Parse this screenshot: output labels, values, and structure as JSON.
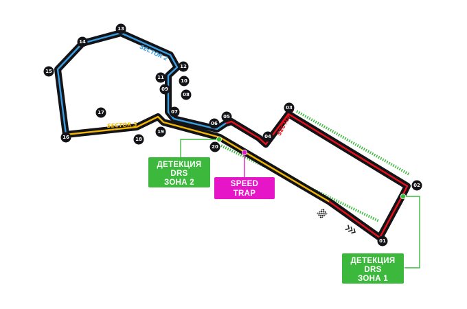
{
  "track": {
    "sector_colors": {
      "sector1": "#e8101c",
      "sector2": "#3a9ee0",
      "sector3": "#f2b705"
    },
    "outline_color": "#141418",
    "drs_zone_color": "#3cb93c",
    "speed_trap_color": "#e616c8"
  },
  "sectors": {
    "s1": "SECTOR 1",
    "s2": "SECTOR 2",
    "s3": "SECTOR 3"
  },
  "turns": [
    "01",
    "02",
    "03",
    "04",
    "05",
    "06",
    "07",
    "08",
    "09",
    "10",
    "11",
    "12",
    "13",
    "14",
    "15",
    "16",
    "17",
    "18",
    "19",
    "20"
  ],
  "labels": {
    "drs_detection_zone2": [
      "ДЕТЕКЦИЯ",
      "DRS",
      "ЗОНА 2"
    ],
    "drs_detection_zone1": [
      "ДЕТЕКЦИЯ",
      "DRS",
      "ЗОНА 1"
    ],
    "speed_trap": [
      "SPEED",
      "TRAP"
    ]
  },
  "icons": {
    "start_finish": "checkered-flag-icon",
    "direction": "direction-chevrons-icon"
  }
}
